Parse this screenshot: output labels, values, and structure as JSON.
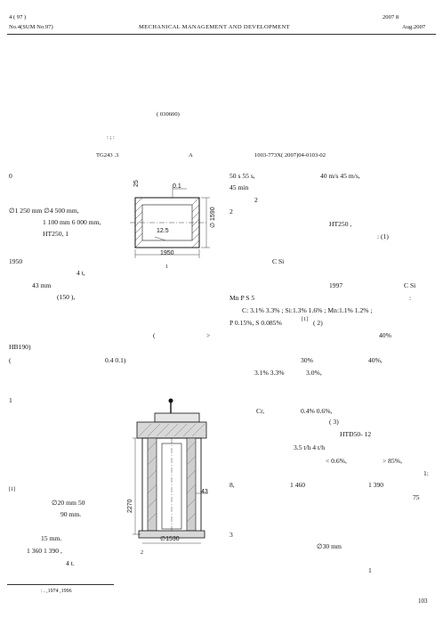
{
  "header": {
    "left_line1": "4 (  97 )",
    "left_line2": "No.4(SUM No.97)",
    "center": "MECHANICAL   MANAGEMENT   AND   DEVELOPMENT",
    "right_line1": "2007    8",
    "right_line2": "Aug.2007"
  },
  "meta": {
    "affiliation": "(                                   030600)",
    "classification": "TG243 .3",
    "doc_code": "A",
    "article_no": "1003-773X( 2007)04-0103-02",
    "keyword_marks": ":    ;   :"
  },
  "left_col": [
    "0",
    "∅1 250 mm   ∅4 500 mm,",
    "1 100 mm   6 000 mm,",
    "HT250,     1",
    "1950",
    "4 t,",
    "43 mm",
    "(150      ),",
    "(",
    ">",
    "HB190)",
    "(",
    "0.4     0.1)",
    "1",
    "∅20 mm     50",
    "90 mm.",
    "15   mm.",
    "1 360       1 390   ,",
    "4 t."
  ],
  "right_col": [
    "50 s   55  s,",
    "40  m/s   45  m/s,",
    "45 min",
    "2",
    "2",
    "HT250      ,",
    ": (1)",
    "C   Si",
    "1997",
    "C   Si",
    "Mn   P   S     5",
    ":",
    "C: 3.1%   3.3% ;   Si:1.3%   1.6% ;   Mn:1.1%   1.2% ;",
    "P   0.15%, S   0.085%",
    "[1]",
    "( 2)",
    "40%",
    "30%",
    "40%,",
    "3.1%  3.3%",
    "3.0%,",
    "Cr,",
    "0.4%  0.6%,",
    "( 3)",
    "HTD50- 12",
    "3.5 t/h   4 t/h",
    "< 0.6%,",
    "> 85%,",
    "1:",
    "8,",
    "1 460",
    "1 390",
    "75",
    "3",
    "∅30  mm",
    "1"
  ],
  "fig1": {
    "dim_top": "0.1",
    "dim_25": "25",
    "dim_125": "12.5",
    "dim_1590": "∅ 1590",
    "dim_1950": "1950",
    "caption": "1"
  },
  "fig2": {
    "dim_2270": "2270",
    "dim_43": "43",
    "dim_1530": "∅1530",
    "caption": "2"
  },
  "footnote": ":       .   ,1974     ,1996",
  "page_number": "103"
}
